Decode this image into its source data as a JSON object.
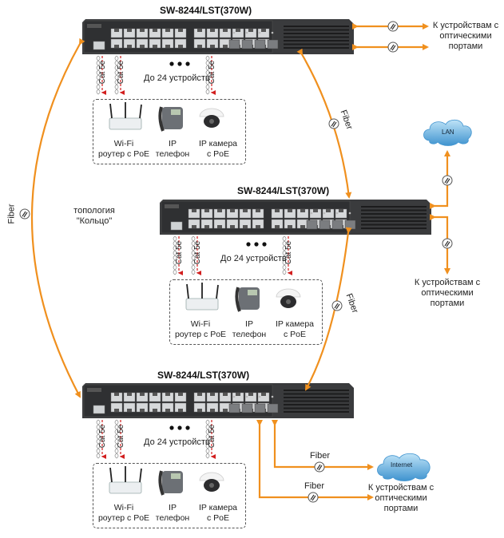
{
  "switches": [
    {
      "id": "sw1",
      "title": "SW-8244/LST(370W)"
    },
    {
      "id": "sw2",
      "title": "SW-8244/LST(370W)"
    },
    {
      "id": "sw3",
      "title": "SW-8244/LST(370W)"
    }
  ],
  "cable_label": "Cat 5e",
  "device_count_label": "До 24 устройств",
  "devices": [
    {
      "line1": "Wi-Fi",
      "line2": "роутер с PoE"
    },
    {
      "line1": "IP",
      "line2": "телефон"
    },
    {
      "line1": "IP камера",
      "line2": "с PoE"
    }
  ],
  "fiber_label": "Fiber",
  "topology_label": {
    "line1": "топология",
    "line2": "\"Кольцо\""
  },
  "optical_devices_label": {
    "line1": "К устройствам с",
    "line2": "оптическими",
    "line3": "портами"
  },
  "clouds": {
    "lan": "LAN",
    "internet": "Internet"
  },
  "colors": {
    "fiber": "#f0901e",
    "cat5e": "#d21f1f",
    "switch_body": "#3a3b3d",
    "cloud": "#5aa7dc"
  }
}
